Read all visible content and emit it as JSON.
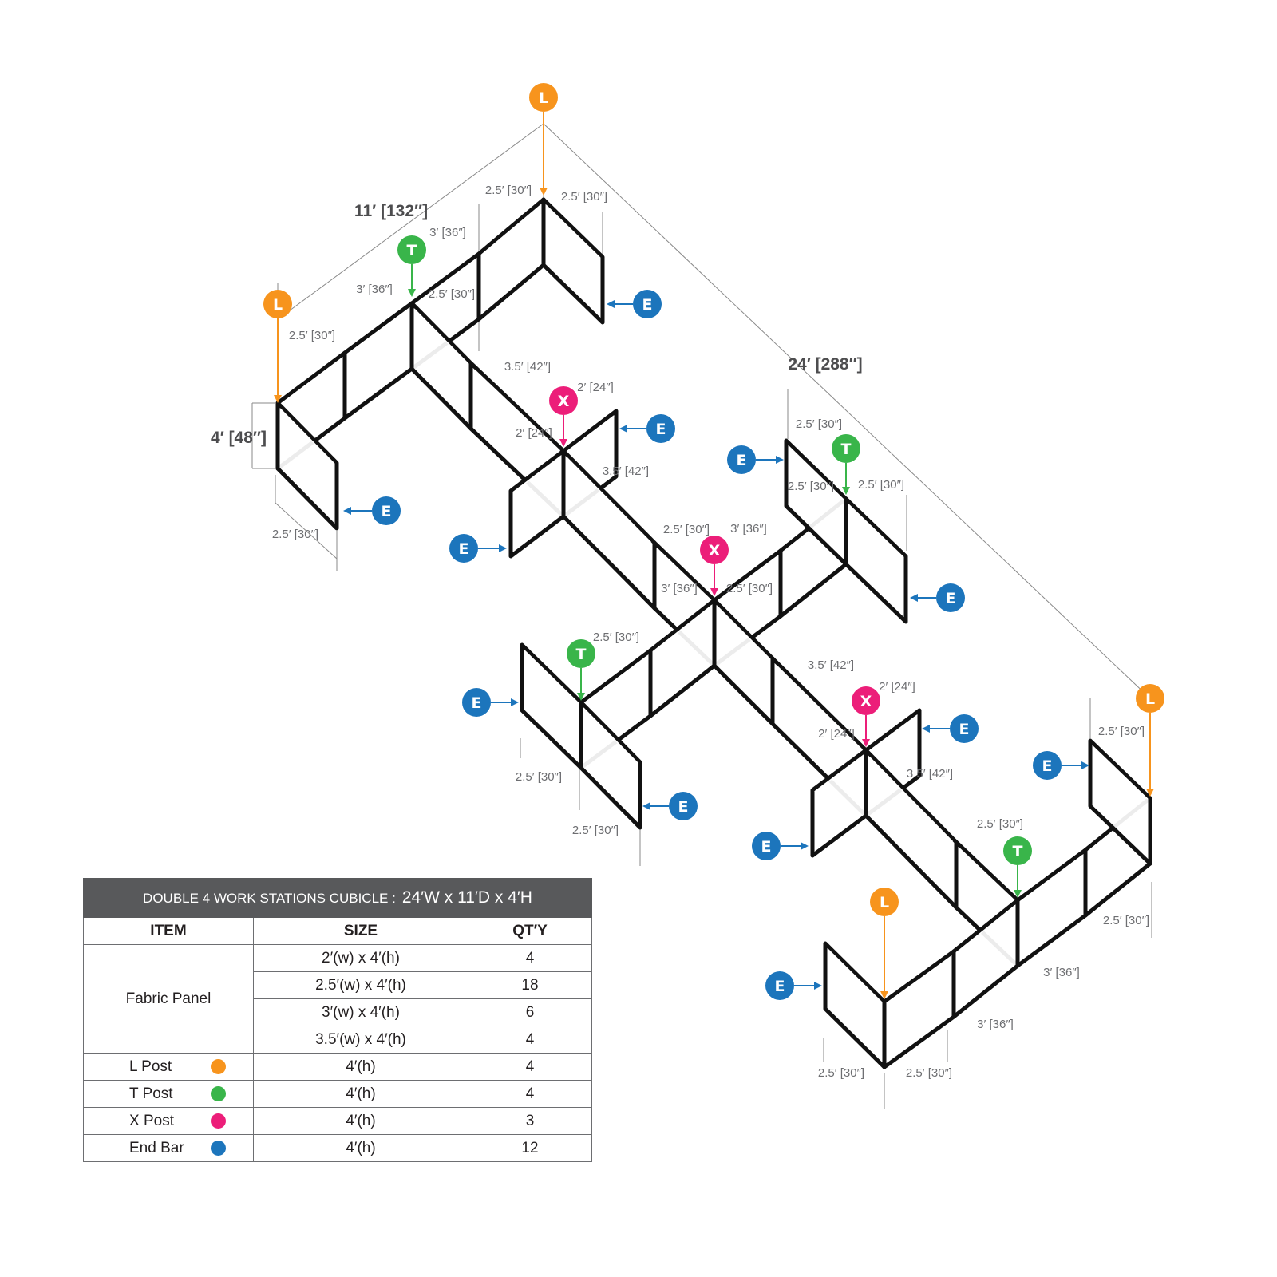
{
  "colors": {
    "l_post": "#f7941d",
    "t_post": "#39b54a",
    "x_post": "#ec1e79",
    "end_bar": "#1c75bc",
    "panel": "#111111",
    "dimension": "#8a8a8a",
    "table_header": "#58595b"
  },
  "overall_dimensions": {
    "depth": "11′ [132″]",
    "width": "24′ [288″]",
    "height": "4′ [48″]"
  },
  "dimension_labels": [
    "2.5′ [30″]",
    "2.5′ [30″]",
    "3′ [36″]",
    "3′ [36″]",
    "2.5′ [30″]",
    "2.5′ [30″]",
    "3.5′ [42″]",
    "2′ [24″]",
    "2′ [24″]",
    "2.5′ [30″]",
    "3.5′ [42″]",
    "2.5′ [30″]",
    "2.5′ [30″]",
    "2.5′ [30″]",
    "2.5′ [30″]",
    "3′ [36″]",
    "3′ [36″]",
    "2.5′ [30″]",
    "2.5′ [30″]",
    "3.5′ [42″]",
    "2′ [24″]",
    "2′ [24″]",
    "2.5′ [30″]",
    "3.5′ [42″]",
    "2.5′ [30″]",
    "2.5′ [30″]",
    "2.5′ [30″]",
    "2.5′ [30″]",
    "3′ [36″]",
    "3′ [36″]",
    "2.5′ [30″]",
    "2.5′ [30″]"
  ],
  "markers": {
    "l_post": "L",
    "t_post": "T",
    "x_post": "X",
    "end_bar": "E"
  },
  "table": {
    "title_prefix": "DOUBLE 4 WORK STATIONS  CUBICLE  :",
    "title_size": "24′W x 11′D x 4′H",
    "headers": [
      "ITEM",
      "SIZE",
      "QT′Y"
    ],
    "fabric_panel": {
      "item": "Fabric Panel",
      "rows": [
        {
          "size": "2′(w) x 4′(h)",
          "qty": "4"
        },
        {
          "size": "2.5′(w) x 4′(h)",
          "qty": "18"
        },
        {
          "size": "3′(w) x 4′(h)",
          "qty": "6"
        },
        {
          "size": "3.5′(w) x 4′(h)",
          "qty": "4"
        }
      ]
    },
    "parts": [
      {
        "item": "L Post",
        "size": "4′(h)",
        "qty": "4"
      },
      {
        "item": "T Post",
        "size": "4′(h)",
        "qty": "4"
      },
      {
        "item": "X Post",
        "size": "4′(h)",
        "qty": "3"
      },
      {
        "item": "End Bar",
        "size": "4′(h)",
        "qty": "12"
      }
    ]
  }
}
